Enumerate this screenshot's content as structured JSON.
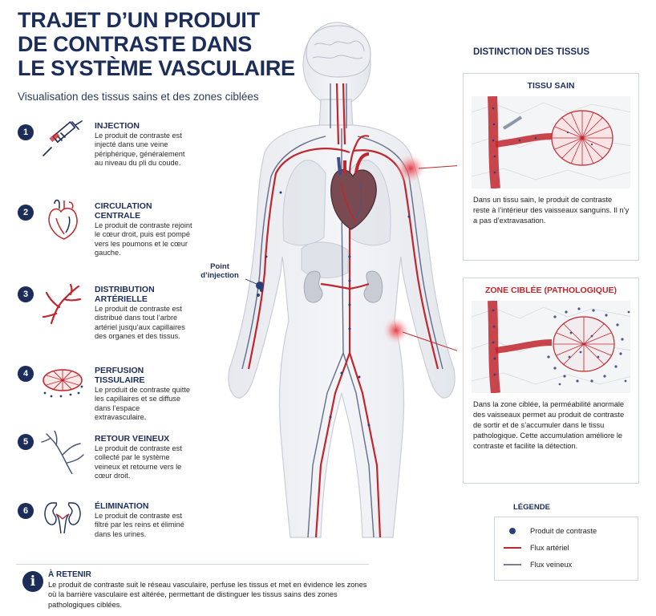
{
  "title_lines": [
    "TRAJET D’UN PRODUIT",
    "DE CONTRASTE DANS",
    "LE SYSTÈME VASCULAIRE"
  ],
  "subtitle": "Visualisation des tissus sains et des zones ciblées",
  "steps": [
    {
      "num": "1",
      "title": "INJECTION",
      "text": "Le produit de contraste est injecté dans une veine périphérique, généralement au niveau du pli du coude.",
      "icon": "syringe-icon"
    },
    {
      "num": "2",
      "title": "CIRCULATION CENTRALE",
      "text": "Le produit de contraste rejoint le cœur droit, puis est pompé vers les poumons et le cœur gauche.",
      "icon": "heart-icon"
    },
    {
      "num": "3",
      "title": "DISTRIBUTION ARTÉRIELLE",
      "text": "Le produit de contraste est distribué dans tout l’arbre artériel jusqu’aux capillaires des organes et des tissus.",
      "icon": "artery-icon"
    },
    {
      "num": "4",
      "title": "PERFUSION TISSULAIRE",
      "text": "Le produit de contraste quitte les capillaires et se diffuse dans l’espace extravasculaire.",
      "icon": "capillary-icon"
    },
    {
      "num": "5",
      "title": "RETOUR VEINEUX",
      "text": "Le produit de contraste est collecté par le système veineux et retourne vers le cœur droit.",
      "icon": "vein-icon"
    },
    {
      "num": "6",
      "title": "ÉLIMINATION",
      "text": "Le produit de contraste est filtré par les reins et éliminé dans les urines.",
      "icon": "kidney-icon"
    }
  ],
  "injection_label": "Point d’injection",
  "distinction": {
    "heading": "DISTINCTION DES TISSUS",
    "healthy": {
      "title": "TISSU SAIN",
      "title_color": "#1c2d5a",
      "text": "Dans un tissu sain, le produit de contraste reste à l’intérieur des vaisseaux sanguins. Il n’y a pas d’extravasation."
    },
    "target": {
      "title": "ZONE CIBLÉE (PATHOLOGIQUE)",
      "title_color": "#c0262d",
      "text": "Dans la zone ciblée, la perméabilité anormale des vaisseaux permet au produit de contraste de sortir et de s’accumuler dans le tissu pathologique. Cette accumulation améliore le contraste et facilite la détection."
    }
  },
  "legend": {
    "title": "LÉGENDE",
    "items": [
      {
        "label": "Produit de contraste",
        "color": "#2c3e7a",
        "kind": "dot"
      },
      {
        "label": "Flux artériel",
        "color": "#c0262d",
        "kind": "line"
      },
      {
        "label": "Flux veineux",
        "color": "#4a5677",
        "kind": "line"
      }
    ]
  },
  "retenir": {
    "title": "À RETENIR",
    "text": "Le produit de contraste suit le réseau vasculaire, perfuse les tissus et met en évidence les zones où la barrière vasculaire est altérée, permettant de distinguer les tissus sains des zones pathologiques ciblées."
  },
  "colors": {
    "navy": "#1c2d5a",
    "artery": "#c0262d",
    "vein": "#4a5677"
  }
}
